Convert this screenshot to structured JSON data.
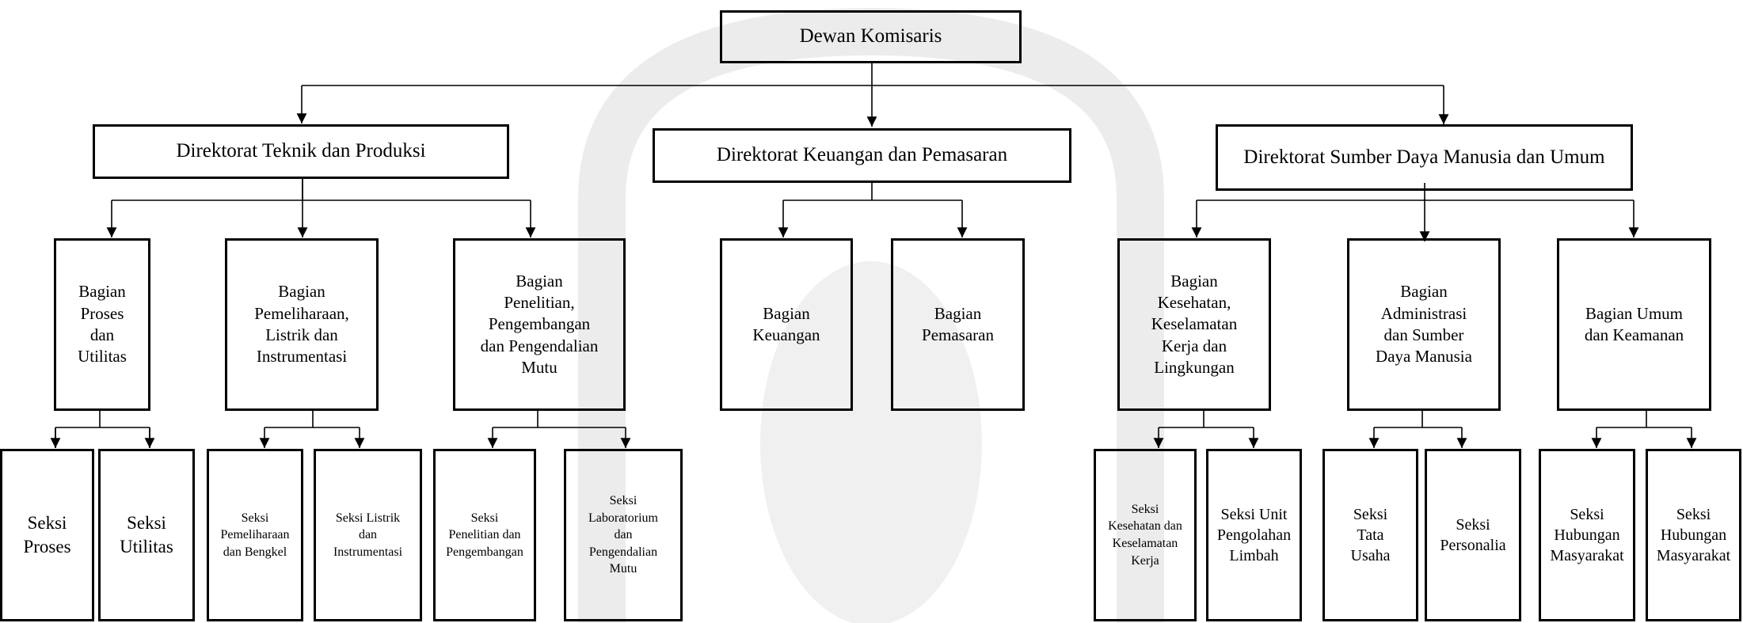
{
  "top": {
    "label": "Dewan Komisaris"
  },
  "directorates": [
    {
      "label": "Direktorat Teknik dan Produksi"
    },
    {
      "label": "Direktorat Keuangan dan Pemasaran"
    },
    {
      "label": "Direktorat Sumber Daya Manusia dan Umum"
    }
  ],
  "bagian": [
    {
      "label": "Bagian\nProses\ndan\nUtilitas"
    },
    {
      "label": "Bagian\nPemeliharaan,\nListrik dan\nInstrumentasi"
    },
    {
      "label": "Bagian\nPenelitian,\nPengembangan\ndan Pengendalian\nMutu"
    },
    {
      "label": "Bagian\nKeuangan"
    },
    {
      "label": "Bagian\nPemasaran"
    },
    {
      "label": "Bagian\nKesehatan,\nKeselamatan\nKerja dan\nLingkungan"
    },
    {
      "label": "Bagian\nAdministrasi\ndan Sumber\nDaya Manusia"
    },
    {
      "label": "Bagian Umum\ndan Keamanan"
    }
  ],
  "seksi": [
    {
      "label": "Seksi\nProses"
    },
    {
      "label": "Seksi\nUtilitas"
    },
    {
      "label": "Seksi\nPemeliharaan\ndan Bengkel"
    },
    {
      "label": "Seksi Listrik\ndan\nInstrumentasi"
    },
    {
      "label": "Seksi\nPenelitian dan\nPengembangan"
    },
    {
      "label": "Seksi\nLaboratorium\ndan\nPengendalian\nMutu"
    },
    {
      "label": "Seksi\nKesehatan dan\nKeselamatan\nKerja"
    },
    {
      "label": "Seksi Unit\nPengolahan\nLimbah"
    },
    {
      "label": "Seksi\nTata\nUsaha"
    },
    {
      "label": "Seksi\nPersonalia"
    },
    {
      "label": "Seksi\nHubungan\nMasyarakat"
    },
    {
      "label": "Seksi\nHubungan\nMasyarakat"
    }
  ]
}
